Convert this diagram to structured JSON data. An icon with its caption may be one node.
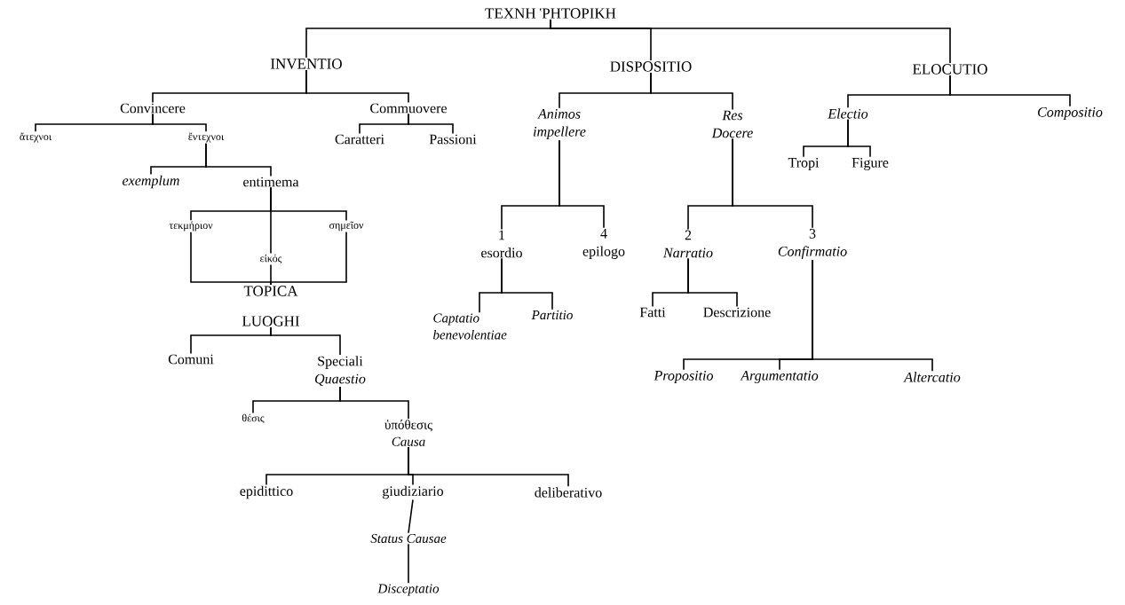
{
  "diagram": {
    "nodes": [
      {
        "text": [
          "ΤΕΧΝΗ ῬΗΤΟΡΙΚΗ"
        ]
      },
      {
        "text": [
          "INVENTIO"
        ]
      },
      {
        "text": [
          "DISPOSITIO"
        ]
      },
      {
        "text": [
          "ELOCUTIO"
        ]
      },
      {
        "text": [
          "Convincere"
        ]
      },
      {
        "text": [
          "Commuovere"
        ]
      },
      {
        "text": [
          "ἄτεχνοι"
        ]
      },
      {
        "text": [
          "ἔντεχνοι"
        ]
      },
      {
        "text": [
          "Caratteri"
        ]
      },
      {
        "text": [
          "Passioni"
        ]
      },
      {
        "text": [
          "exemplum"
        ]
      },
      {
        "text": [
          "entimema"
        ]
      },
      {
        "text": [
          "τεκμήριον"
        ]
      },
      {
        "text": [
          "εἰκός"
        ]
      },
      {
        "text": [
          "σημεῖον"
        ]
      },
      {
        "text": [
          "TOPICA"
        ]
      },
      {
        "text": [
          "LUOGHI"
        ]
      },
      {
        "text": [
          "Comuni"
        ]
      },
      {
        "text": [
          "Speciali",
          "Quaestio"
        ]
      },
      {
        "text": [
          "θέσις"
        ]
      },
      {
        "text": [
          "ὑπόθεσις",
          "Causa"
        ]
      },
      {
        "text": [
          "epidittico"
        ]
      },
      {
        "text": [
          "giudiziario"
        ]
      },
      {
        "text": [
          "deliberativo"
        ]
      },
      {
        "text": [
          "Status Causae"
        ]
      },
      {
        "text": [
          "Disceptatio"
        ]
      },
      {
        "text": [
          "Animos impellere"
        ]
      },
      {
        "text": [
          "Res Docere"
        ]
      },
      {
        "text": [
          "1",
          "esordio"
        ]
      },
      {
        "text": [
          "4",
          "epilogo"
        ]
      },
      {
        "text": [
          "2",
          "Narratio"
        ]
      },
      {
        "text": [
          "3",
          "Confirmatio"
        ]
      },
      {
        "text": [
          "Captatio benevolentiae"
        ]
      },
      {
        "text": [
          "Partitio"
        ]
      },
      {
        "text": [
          "Fatti"
        ]
      },
      {
        "text": [
          "Descrizione"
        ]
      },
      {
        "text": [
          "Propositio"
        ]
      },
      {
        "text": [
          "Argumentatio"
        ]
      },
      {
        "text": [
          "Altercatio"
        ]
      },
      {
        "text": [
          "Electio"
        ]
      },
      {
        "text": [
          "Compositio"
        ]
      },
      {
        "text": [
          "Tropi"
        ]
      },
      {
        "text": [
          "Figure"
        ]
      }
    ],
    "edges": [
      {
        "from": 0,
        "to": 1,
        "arrow": "none"
      },
      {
        "from": 0,
        "to": 2,
        "arrow": "none"
      },
      {
        "from": 0,
        "to": 3,
        "arrow": "none"
      },
      {
        "from": 1,
        "to": 4,
        "arrow": "none"
      },
      {
        "from": 1,
        "to": 5,
        "arrow": "none"
      },
      {
        "from": 4,
        "to": 6,
        "arrow": "none"
      },
      {
        "from": 4,
        "to": 7,
        "arrow": "none"
      },
      {
        "from": 5,
        "to": 8,
        "arrow": "none"
      },
      {
        "from": 5,
        "to": 9,
        "arrow": "none"
      },
      {
        "from": 7,
        "to": 10,
        "arrow": "none"
      },
      {
        "from": 7,
        "to": 11,
        "arrow": "none"
      },
      {
        "from": 11,
        "to": 12,
        "arrow": "none"
      },
      {
        "from": 11,
        "to": 13,
        "arrow": "none"
      },
      {
        "from": 11,
        "to": 14,
        "arrow": "none"
      },
      {
        "from": 12,
        "to": 15,
        "arrow": "none"
      },
      {
        "from": 13,
        "to": 15,
        "arrow": "none"
      },
      {
        "from": 14,
        "to": 15,
        "arrow": "none"
      },
      {
        "from": 16,
        "to": 17,
        "arrow": "none"
      },
      {
        "from": 16,
        "to": 18,
        "arrow": "none"
      },
      {
        "from": 18,
        "to": 19,
        "arrow": "none"
      },
      {
        "from": 18,
        "to": 20,
        "arrow": "none"
      },
      {
        "from": 20,
        "to": 21,
        "arrow": "none"
      },
      {
        "from": 20,
        "to": 22,
        "arrow": "none"
      },
      {
        "from": 20,
        "to": 23,
        "arrow": "none"
      },
      {
        "from": 22,
        "to": 24,
        "arrow": "none"
      },
      {
        "from": 24,
        "to": 25,
        "arrow": "none"
      },
      {
        "from": 2,
        "to": 26,
        "arrow": "none"
      },
      {
        "from": 2,
        "to": 27,
        "arrow": "none"
      },
      {
        "from": 26,
        "to": 28,
        "arrow": "none"
      },
      {
        "from": 26,
        "to": 29,
        "arrow": "none"
      },
      {
        "from": 27,
        "to": 30,
        "arrow": "none"
      },
      {
        "from": 27,
        "to": 31,
        "arrow": "none"
      },
      {
        "from": 28,
        "to": 32,
        "arrow": "none"
      },
      {
        "from": 28,
        "to": 33,
        "arrow": "none"
      },
      {
        "from": 30,
        "to": 34,
        "arrow": "none"
      },
      {
        "from": 30,
        "to": 35,
        "arrow": "none"
      },
      {
        "from": 31,
        "to": 36,
        "arrow": "none"
      },
      {
        "from": 31,
        "to": 37,
        "arrow": "none"
      },
      {
        "from": 31,
        "to": 38,
        "arrow": "none"
      },
      {
        "from": 3,
        "to": 39,
        "arrow": "none"
      },
      {
        "from": 3,
        "to": 40,
        "arrow": "none"
      },
      {
        "from": 39,
        "to": 41,
        "arrow": "none"
      },
      {
        "from": 39,
        "to": 42,
        "arrow": "none"
      }
    ]
  }
}
